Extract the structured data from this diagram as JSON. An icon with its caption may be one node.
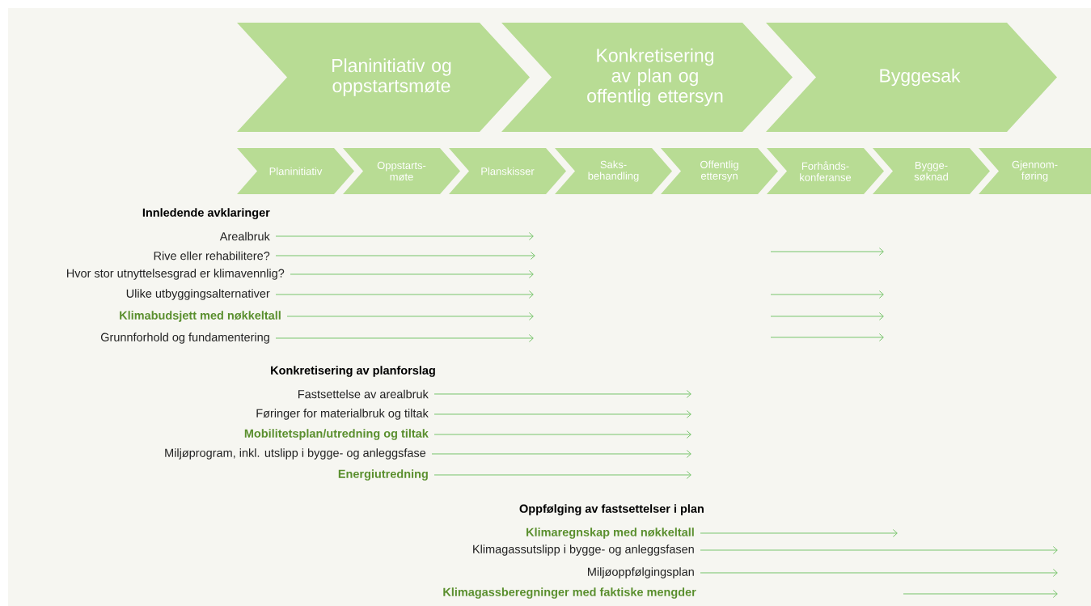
{
  "diagram": {
    "nodes": [
      {
        "text": [
          "Planinitiativ og oppstartsmøte"
        ]
      },
      {
        "text": [
          "Konkretisering av plan og offentlig ettersyn"
        ]
      },
      {
        "text": [
          "Byggesak"
        ]
      },
      {
        "text": [
          "Planinitiativ"
        ]
      },
      {
        "text": [
          "Oppstarts- møte"
        ]
      },
      {
        "text": [
          "Planskisser"
        ]
      },
      {
        "text": [
          "Saks- behandling"
        ]
      },
      {
        "text": [
          "Offentlig ettersyn"
        ]
      },
      {
        "text": [
          "Forhånds- konferanse"
        ]
      },
      {
        "text": [
          "Bygge- søknad"
        ]
      },
      {
        "text": [
          "Gjennom- føring"
        ]
      },
      {
        "text": [
          "Arealbruk"
        ]
      },
      {
        "text": [
          "Rive eller rehabilitere?"
        ]
      },
      {
        "text": [
          "Hvor stor utnyttelsesgrad er klimavennlig?"
        ]
      },
      {
        "text": [
          "Ulike utbyggingsalternativer"
        ]
      },
      {
        "text": [
          "Klimabudsjett med nøkkeltall"
        ]
      },
      {
        "text": [
          "Grunnforhold og fundamentering"
        ]
      },
      {
        "text": [
          "Fastsettelse av arealbruk"
        ]
      },
      {
        "text": [
          "Føringer for materialbruk og tiltak"
        ]
      },
      {
        "text": [
          "Mobilitetsplan/utredning og tiltak"
        ]
      },
      {
        "text": [
          "Miljøprogram, inkl. utslipp i bygge- og anleggsfase"
        ]
      },
      {
        "text": [
          "Energiutredning"
        ]
      },
      {
        "text": [
          "Klimaregnskap med nøkkeltall"
        ]
      },
      {
        "text": [
          "Klimagassutslipp i bygge- og anleggsfasen"
        ]
      },
      {
        "text": [
          "Miljøoppfølgingsplan"
        ]
      },
      {
        "text": [
          "Klimagassberegninger med faktiske mengder"
        ]
      }
    ],
    "edges": [
      {
        "from": 11,
        "to": null,
        "arrow": "to"
      },
      {
        "from": 12,
        "to": null,
        "arrow": "to"
      },
      {
        "from": 13,
        "to": null,
        "arrow": "to"
      },
      {
        "from": 14,
        "to": null,
        "arrow": "to"
      },
      {
        "from": 15,
        "to": null,
        "arrow": "to"
      },
      {
        "from": 16,
        "to": null,
        "arrow": "to"
      },
      {
        "from": 17,
        "to": null,
        "arrow": "to"
      },
      {
        "from": 18,
        "to": null,
        "arrow": "to"
      },
      {
        "from": 19,
        "to": null,
        "arrow": "to"
      },
      {
        "from": 20,
        "to": null,
        "arrow": "to"
      },
      {
        "from": 21,
        "to": null,
        "arrow": "to"
      },
      {
        "from": 22,
        "to": null,
        "arrow": "to"
      },
      {
        "from": 23,
        "to": null,
        "arrow": "to"
      },
      {
        "from": 24,
        "to": null,
        "arrow": "to"
      }
    ],
    "labels": [
      "Innledende avklaringer",
      "Konkretisering av planforslag",
      "Oppfølging av fastsettelser i plan"
    ]
  }
}
